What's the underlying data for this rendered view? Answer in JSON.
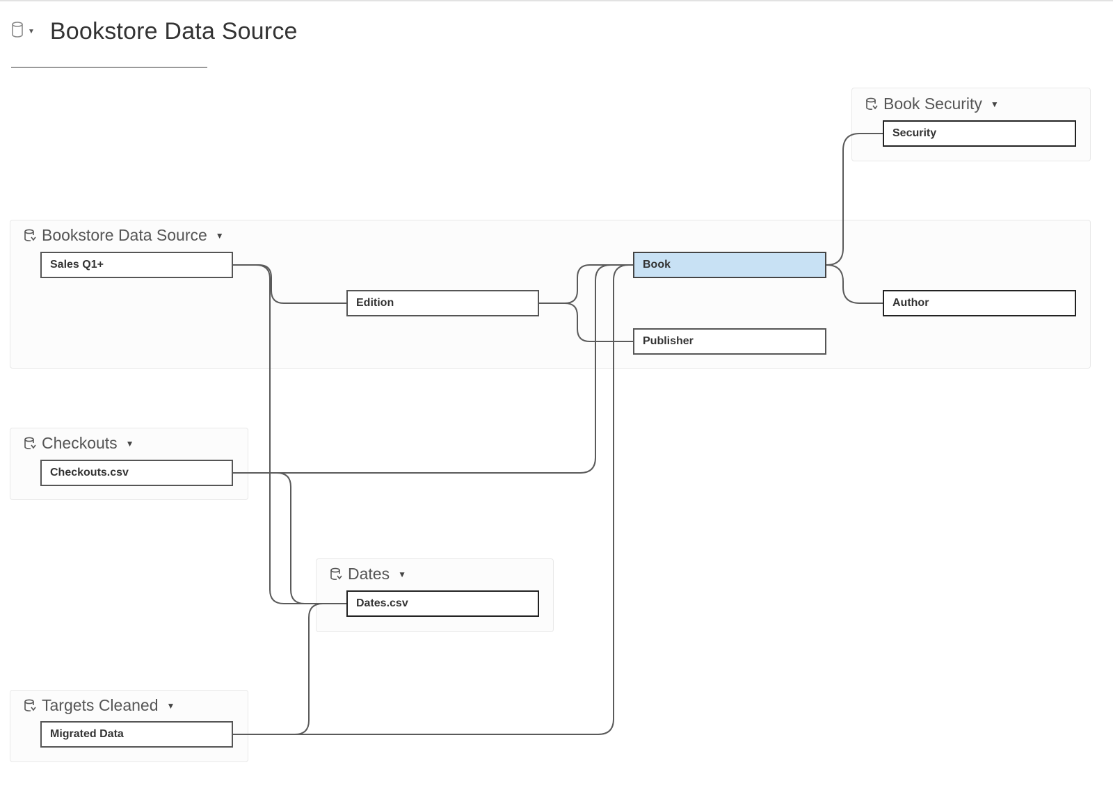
{
  "header": {
    "title": "Bookstore Data Source"
  },
  "groups": {
    "book_security": {
      "label": "Book Security",
      "tables": {
        "security": "Security"
      }
    },
    "bookstore": {
      "label": "Bookstore Data Source",
      "tables": {
        "sales": "Sales Q1+",
        "edition": "Edition",
        "book": "Book",
        "publisher": "Publisher",
        "author": "Author"
      }
    },
    "checkouts": {
      "label": "Checkouts",
      "tables": {
        "checkouts_csv": "Checkouts.csv"
      }
    },
    "dates": {
      "label": "Dates",
      "tables": {
        "dates_csv": "Dates.csv"
      }
    },
    "targets": {
      "label": "Targets Cleaned",
      "tables": {
        "migrated": "Migrated Data"
      }
    }
  },
  "selected_table": "Book",
  "colors": {
    "selected_fill": "#c8e1f4",
    "link_stroke": "#555555",
    "group_fill": "#fcfcfc"
  },
  "icons": {
    "data_source": "database-cylinder-icon",
    "group": "relationship-cylinder-icon",
    "dropdown": "caret-down-icon"
  }
}
